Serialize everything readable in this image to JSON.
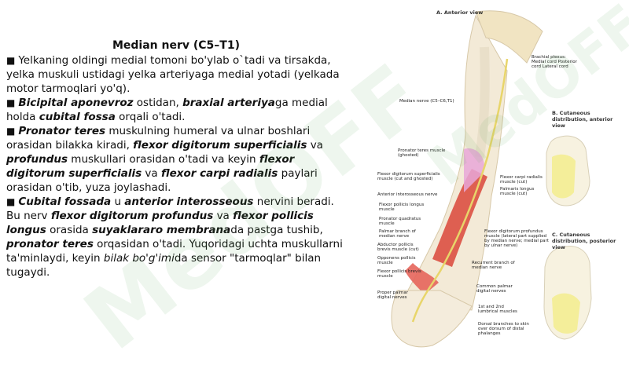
{
  "title": "Median nerv (C5–T1)",
  "paragraphs": [
    [
      {
        "t": "Yelkaning oldingi medial tomoni bo'ylab o`tadi va tirsakda, yelka muskuli ustidagi yelka arteriyaga medial yotadi (yelkada motor tarmoqlari yo'q).",
        "s": ""
      }
    ],
    [
      {
        "t": "Bicipital aponevroz",
        "s": "bi"
      },
      {
        "t": " ostidan, ",
        "s": ""
      },
      {
        "t": "braxial arteriya",
        "s": "bi"
      },
      {
        "t": "ga medial holda ",
        "s": ""
      },
      {
        "t": "cubital fossa",
        "s": "bi"
      },
      {
        "t": " orqali o'tadi.",
        "s": ""
      }
    ],
    [
      {
        "t": "Pronator teres",
        "s": "bi"
      },
      {
        "t": " muskulning humeral va ulnar boshlari orasidan bilakka kiradi, ",
        "s": ""
      },
      {
        "t": "flexor digitorum superficialis",
        "s": "bi"
      },
      {
        "t": " va ",
        "s": ""
      },
      {
        "t": "profundus",
        "s": "bi"
      },
      {
        "t": " muskullari orasidan o'tadi va keyin ",
        "s": ""
      },
      {
        "t": "flexor digitorum superficialis",
        "s": "bi"
      },
      {
        "t": " va ",
        "s": ""
      },
      {
        "t": "flexor carpi radialis",
        "s": "bi"
      },
      {
        "t": " paylari orasidan o'tib, yuza joylashadi.",
        "s": ""
      }
    ],
    [
      {
        "t": "Cubital fossada",
        "s": "bi"
      },
      {
        "t": " u ",
        "s": ""
      },
      {
        "t": "anterior interosseous",
        "s": "bi"
      },
      {
        "t": " nervini beradi. Bu nerv ",
        "s": ""
      },
      {
        "t": "flexor digitorum profundus",
        "s": "bi"
      },
      {
        "t": " va ",
        "s": ""
      },
      {
        "t": "flexor pollicis longus",
        "s": "bi"
      },
      {
        "t": " orasida ",
        "s": ""
      },
      {
        "t": "suyaklararo membrana",
        "s": "bi"
      },
      {
        "t": "da pastga tushib, ",
        "s": ""
      },
      {
        "t": "pronator teres",
        "s": "bi"
      },
      {
        "t": " orqasidan o'tadi. Yuqoridagi uchta muskullarni ta'minlaydi, keyin ",
        "s": ""
      },
      {
        "t": "bilak bo'g'imi",
        "s": "it"
      },
      {
        "t": "da sensor \"tarmoqlar\" bilan tugaydi.",
        "s": ""
      }
    ]
  ],
  "bullet_glyph": "■",
  "figure": {
    "captions": {
      "a": "A. Anterior view",
      "b": "B. Cutaneous distribution, anterior view",
      "c": "C. Cutaneous distribution, posterior view"
    },
    "labels": [
      "Brachial plexus: Medial cord Posterior cord Lateral cord",
      "Median nerve (C5–C6,T1)",
      "Pronator teres muscle (ghosted)",
      "Flexor digitorum superficialis muscle (cut and ghosted)",
      "Anterior interosseous nerve",
      "Flexor pollicis longus muscle",
      "Pronator quadratus muscle",
      "Palmar branch of median nerve",
      "Abductor pollicis brevis muscle (cut)",
      "Opponens pollicis muscle",
      "Flexor pollicis brevis muscle",
      "Proper palmar digital nerves",
      "Flexor carpi radialis muscle (cut)",
      "Palmaris longus muscle (cut)",
      "Flexor digitorum profundus muscle (lateral part supplied by median nerve; medial part by ulnar nerve)",
      "Recurrent branch of median nerve",
      "Common palmar digital nerves",
      "1st and 2nd lumbrical muscles",
      "Dorsal branches to skin over dorsum of distal phalanges"
    ]
  },
  "watermark": "MedOFF",
  "colors": {
    "nerve": "#e8d56a",
    "muscle": "#d9473a",
    "bone": "#efe6d2",
    "highlight": "#f4ee9a"
  }
}
